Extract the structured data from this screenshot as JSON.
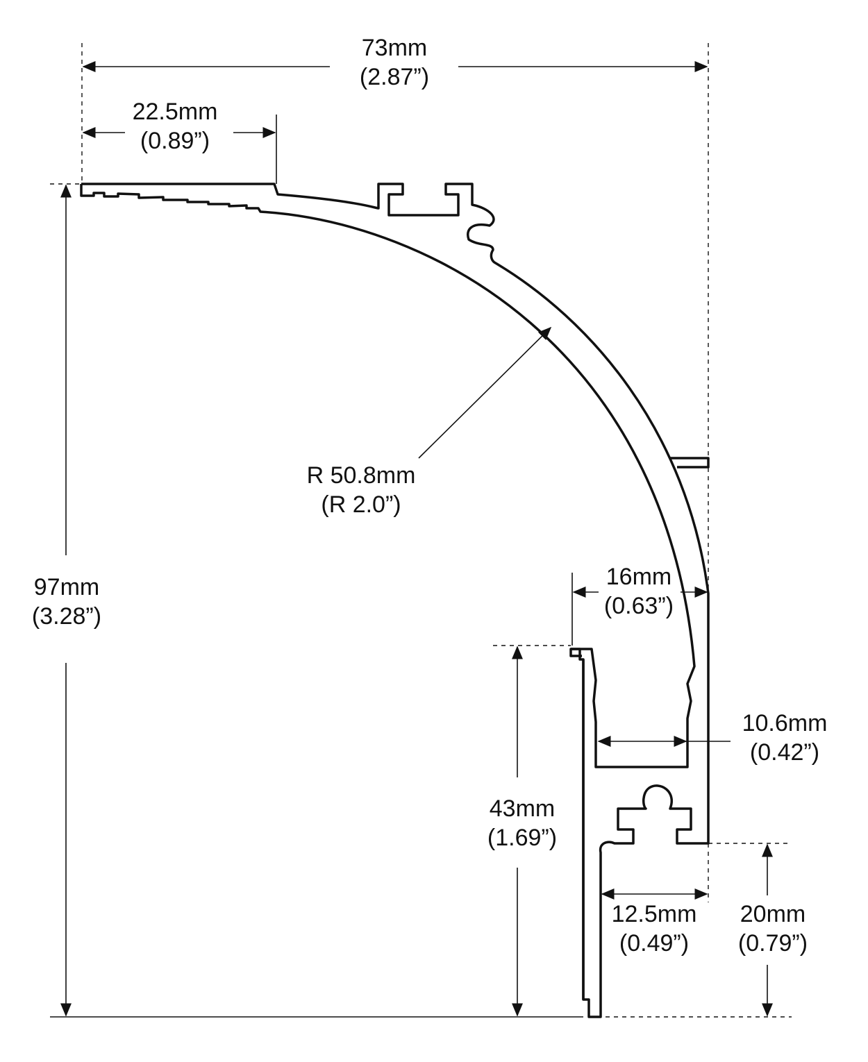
{
  "dimensions": {
    "total_width": {
      "mm": "73mm",
      "inch": "(2.87”)"
    },
    "flange_width": {
      "mm": "22.5mm",
      "inch": "(0.89”)"
    },
    "radius": {
      "mm": "R 50.8mm",
      "inch": "(R 2.0”)"
    },
    "total_height": {
      "mm": "97mm",
      "inch": "(3.28”)"
    },
    "channel_outer_width": {
      "mm": "16mm",
      "inch": "(0.63”)"
    },
    "channel_inner_width": {
      "mm": "10.6mm",
      "inch": "(0.42”)"
    },
    "lower_flange_height": {
      "mm": "43mm",
      "inch": "(1.69”)"
    },
    "bottom_width": {
      "mm": "12.5mm",
      "inch": "(0.49”)"
    },
    "bottom_height": {
      "mm": "20mm",
      "inch": "(0.79”)"
    }
  }
}
